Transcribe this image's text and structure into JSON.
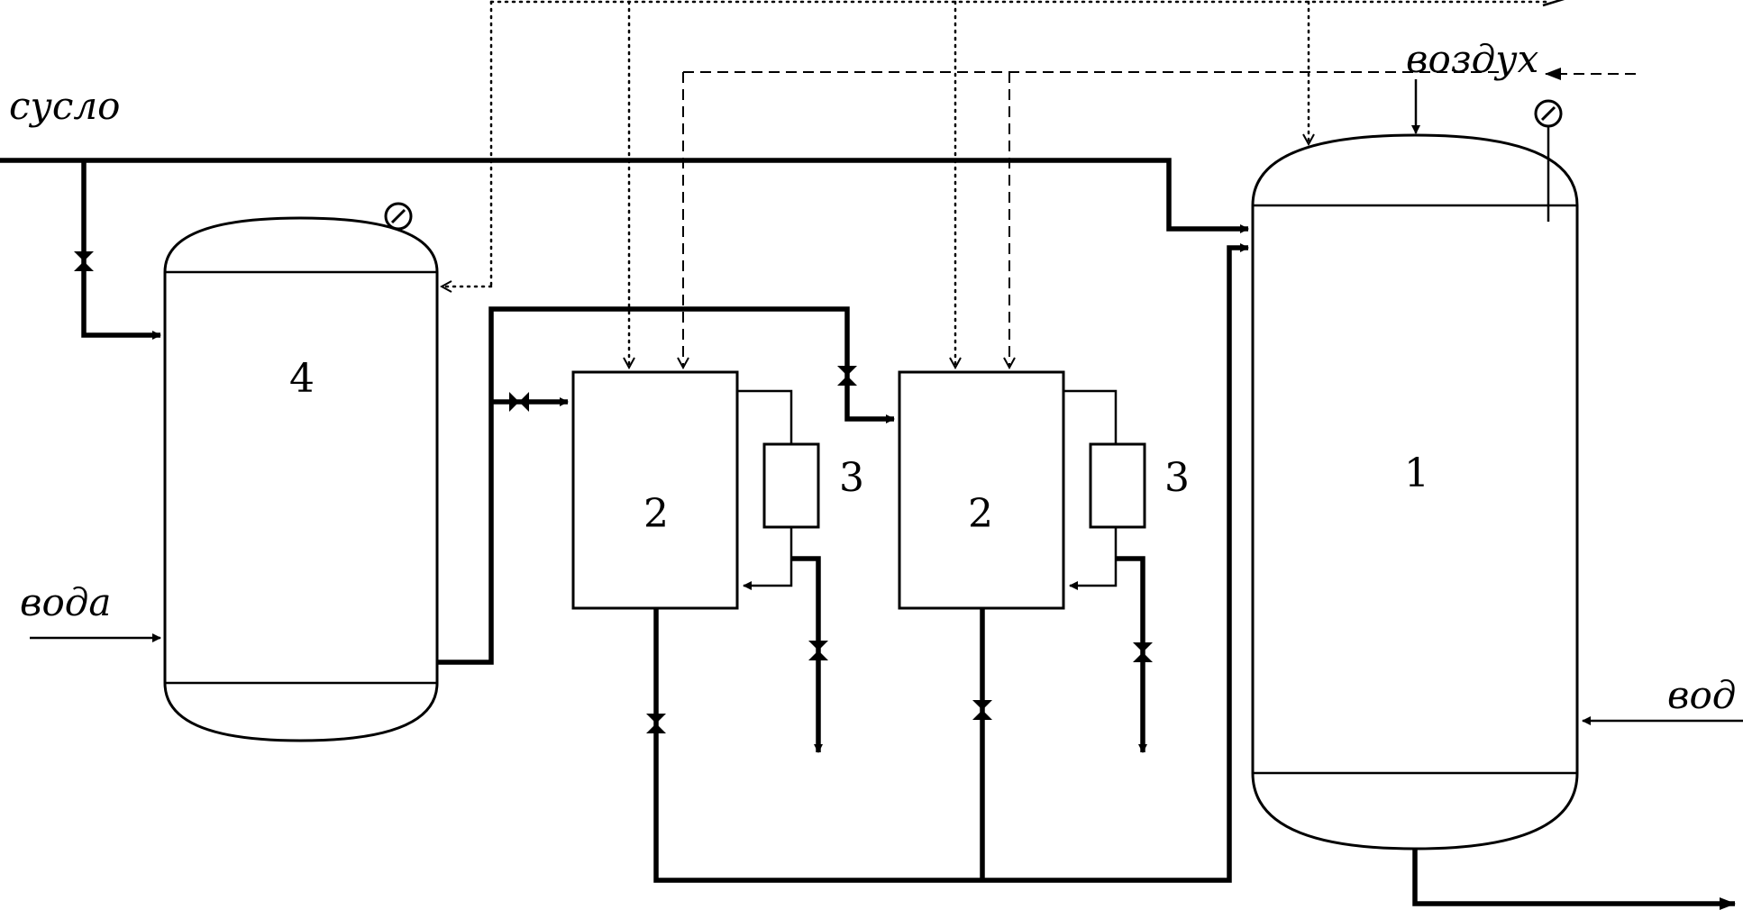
{
  "labels": {
    "wort": "сусло",
    "water_left": "вода",
    "air": "воздух",
    "water_right": "вод"
  },
  "units": {
    "fermenter": "1",
    "apparatus_a": "2",
    "apparatus_b": "2",
    "filter_a": "3",
    "filter_b": "3",
    "tank": "4"
  }
}
